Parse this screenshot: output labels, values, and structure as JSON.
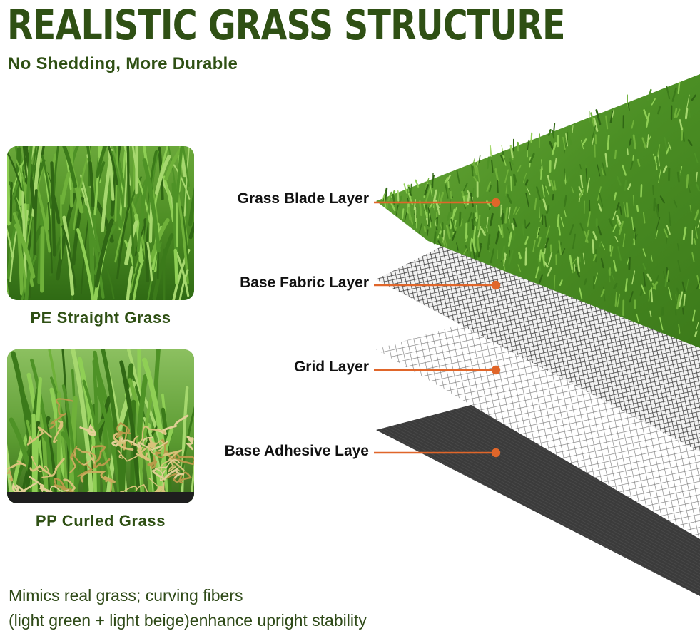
{
  "header": {
    "title": "REALISTIC GRASS STRUCTURE",
    "subtitle": "No Shedding, More Durable"
  },
  "grass_types": [
    {
      "label": "PE Straight Grass",
      "image": "straight-grass-photo"
    },
    {
      "label": "PP Curled Grass",
      "image": "curled-grass-photo"
    }
  ],
  "layers": [
    {
      "label": "Grass Blade Layer"
    },
    {
      "label": "Base Fabric Layer"
    },
    {
      "label": "Grid Layer"
    },
    {
      "label": "Base Adhesive Laye"
    }
  ],
  "caption": {
    "line1": "Mimics real grass; curving fibers",
    "line2": "(light green + light beige)enhance upright stability"
  },
  "colors": {
    "title_green": "#2f5014",
    "callout_orange": "#e0662a",
    "grass_green": "#4a8a22",
    "adhesive_gray": "#3a3a3a"
  }
}
